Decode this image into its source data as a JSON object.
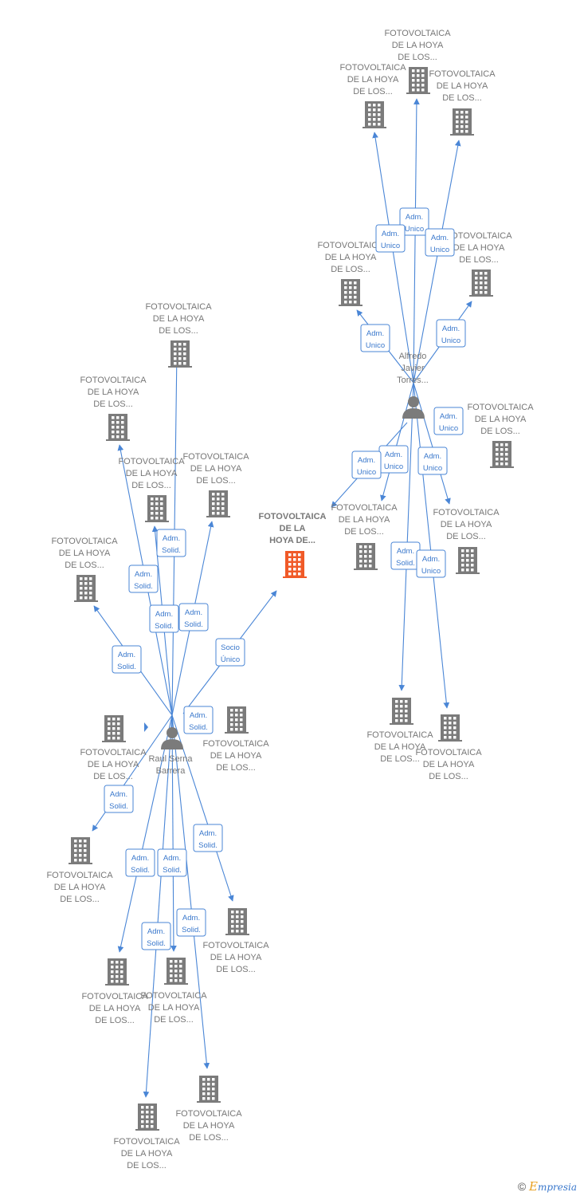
{
  "colors": {
    "edge": "#4a86d6",
    "company": "#7b7b7b",
    "focus": "#f05a28",
    "text": "#777777"
  },
  "graph": {
    "main": {
      "lines": [
        "FOTOVOLTAICA",
        "DE LA",
        "HOYA DE..."
      ]
    },
    "people": [
      {
        "id": "raul",
        "lines": [
          "Raul Serna",
          "Barrera"
        ]
      },
      {
        "id": "alfredo",
        "lines": [
          "Alfredo",
          "Javier",
          "Torres..."
        ]
      }
    ],
    "company_label": [
      "FOTOVOLTAICA",
      "DE LA HOYA",
      "DE LOS..."
    ],
    "relations": {
      "adm_solid": [
        "Adm.",
        "Solid."
      ],
      "adm_unico": [
        "Adm.",
        "Unico"
      ],
      "socio_unico": [
        "Socio",
        "Único"
      ]
    }
  },
  "footer": {
    "copyright": "©",
    "brand_e": "E",
    "brand_rest": "mpresia"
  }
}
